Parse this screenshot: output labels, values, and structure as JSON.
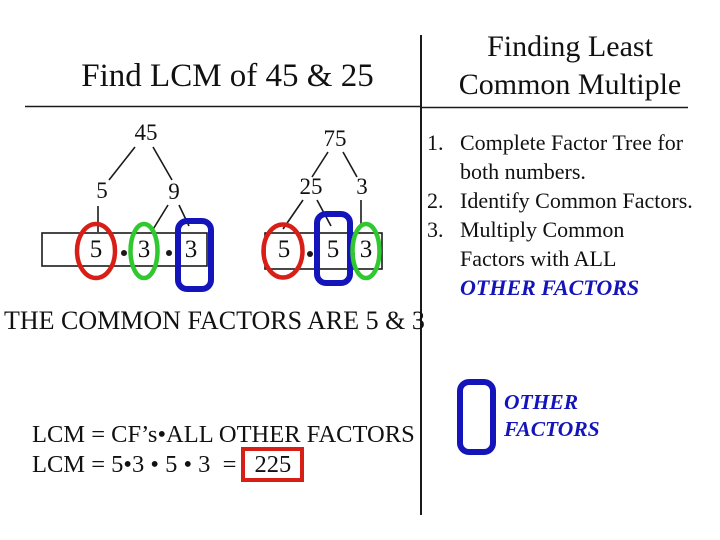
{
  "titles": {
    "left": "Find LCM of 45 & 25",
    "right_line1": "Finding Least",
    "right_line2": "Common Multiple"
  },
  "bullet": "•",
  "tree_left": {
    "root": "45",
    "left_child": "5",
    "right_child": "9",
    "factors": [
      "5",
      "3",
      "3"
    ]
  },
  "tree_right": {
    "root": "75",
    "left_child": "25",
    "right_child": "3",
    "factors": [
      "5",
      "5",
      "3"
    ]
  },
  "steps": [
    {
      "num": "1.",
      "lines": [
        "Complete Factor Tree for",
        "both numbers."
      ]
    },
    {
      "num": "2.",
      "lines": [
        "Identify Common Factors."
      ]
    },
    {
      "num": "3.",
      "lines": [
        "Multiply Common",
        "Factors with ALL"
      ],
      "highlight": "OTHER FACTORS"
    }
  ],
  "common_factors_statement": "THE COMMON FACTORS ARE 5 & 3",
  "lcm": {
    "formula": "LCM = CF’s•ALL OTHER FACTORS",
    "equation_prefix": "LCM = 5•3 • 5 • 3  =",
    "result": "225"
  },
  "legend": {
    "line1": "OTHER",
    "line2": "FACTORS"
  },
  "colors": {
    "red": "#d81f17",
    "green": "#2fc82f",
    "blue": "#1414bb",
    "line": "#1a1a1a"
  }
}
